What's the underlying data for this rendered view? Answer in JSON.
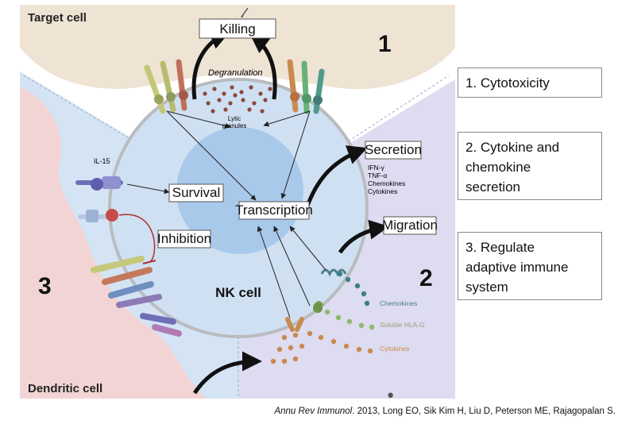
{
  "diagram": {
    "regions": {
      "target_cell": "Target cell",
      "dendritic_cell": "Dendritic cell",
      "nk_cell": "NK cell"
    },
    "region_numbers": {
      "one": "1",
      "two": "2",
      "three": "3"
    },
    "boxes": {
      "killing": "Killing",
      "survival": "Survival",
      "inhibition": "Inhibition",
      "transcription": "Transcription",
      "secretion": "Secretion",
      "migration": "Migration"
    },
    "labels": {
      "degranulation": "Degranulation",
      "lytic_line1": "Lytic",
      "lytic_line2": "granules",
      "il15": "IL-15",
      "secretion_items": [
        "IFN-γ",
        "TNF-α",
        "Chemokines",
        "Cytokines"
      ],
      "legend_chemokines": "Chemokines",
      "legend_soluble_hla_g": "Soluble HLA-G",
      "legend_cytokines": "Cytokines"
    },
    "colors": {
      "target_cell": "#efe3d4",
      "dendritic_cell": "#f3d4d4",
      "nk_outer": "#cfe0f2",
      "nk_nucleus": "#a9c9ea",
      "purple_region": "#dedcf1",
      "granule": "#8b4a3a",
      "chemokine_dot": "#3e7f86",
      "hla_g_dot": "#8fb86b",
      "cytokine_dot": "#c98a50"
    }
  },
  "functions": [
    {
      "lines": [
        "1. Cytotoxicity"
      ]
    },
    {
      "lines": [
        "2. Cytokine and",
        "chemokine",
        "secretion"
      ]
    },
    {
      "lines": [
        "3. Regulate",
        "adaptive immune",
        "system"
      ]
    }
  ],
  "citation": {
    "journal": "Annu Rev Immunol",
    "rest": ". 2013, Long EO, Sik Kim H, Liu D, Peterson ME, Rajagopalan S."
  },
  "watermark": {
    "text": ""
  }
}
